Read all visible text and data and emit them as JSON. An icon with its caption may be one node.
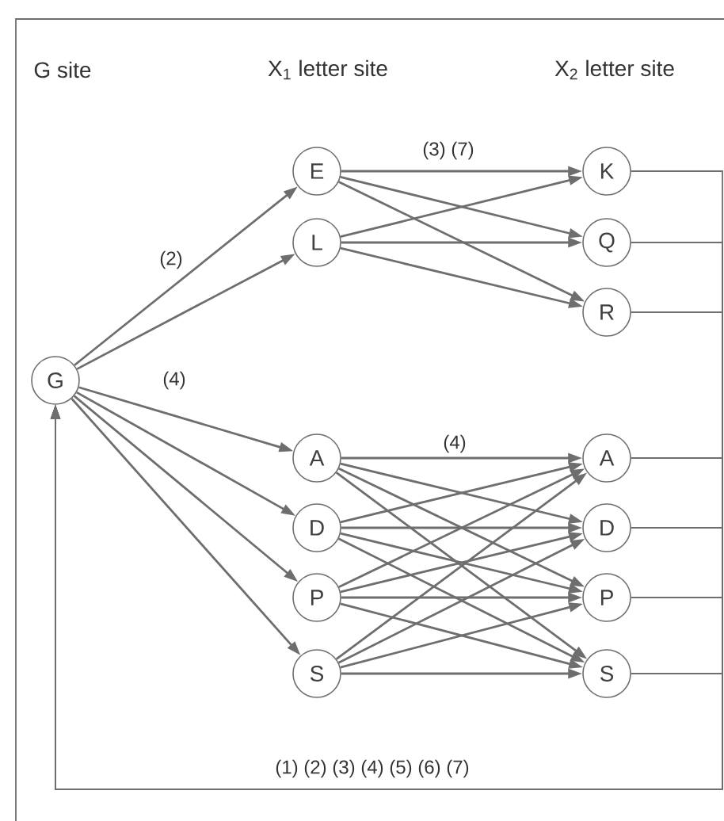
{
  "diagram": {
    "nodes": [
      {
        "text": [
          "G"
        ]
      },
      {
        "text": [
          "E"
        ]
      },
      {
        "text": [
          "L"
        ]
      },
      {
        "text": [
          "A"
        ]
      },
      {
        "text": [
          "D"
        ]
      },
      {
        "text": [
          "P"
        ]
      },
      {
        "text": [
          "S"
        ]
      },
      {
        "text": [
          "K"
        ]
      },
      {
        "text": [
          "Q"
        ]
      },
      {
        "text": [
          "R"
        ]
      },
      {
        "text": [
          "A"
        ]
      },
      {
        "text": [
          "D"
        ]
      },
      {
        "text": [
          "P"
        ]
      },
      {
        "text": [
          "S"
        ]
      }
    ],
    "edges": [
      {
        "from": 0,
        "to": 1,
        "arrow": "to",
        "label": "(2)"
      },
      {
        "from": 0,
        "to": 2,
        "arrow": "to"
      },
      {
        "from": 0,
        "to": 3,
        "arrow": "to",
        "label": "(4)"
      },
      {
        "from": 0,
        "to": 4,
        "arrow": "to"
      },
      {
        "from": 0,
        "to": 5,
        "arrow": "to"
      },
      {
        "from": 0,
        "to": 6,
        "arrow": "to"
      },
      {
        "from": 1,
        "to": 7,
        "arrow": "to",
        "label": "(3) (7)"
      },
      {
        "from": 1,
        "to": 8,
        "arrow": "to"
      },
      {
        "from": 1,
        "to": 9,
        "arrow": "to"
      },
      {
        "from": 2,
        "to": 7,
        "arrow": "to"
      },
      {
        "from": 2,
        "to": 8,
        "arrow": "to"
      },
      {
        "from": 2,
        "to": 9,
        "arrow": "to"
      },
      {
        "from": 3,
        "to": 10,
        "arrow": "to",
        "label": "(4)"
      },
      {
        "from": 3,
        "to": 11,
        "arrow": "to"
      },
      {
        "from": 3,
        "to": 12,
        "arrow": "to"
      },
      {
        "from": 3,
        "to": 13,
        "arrow": "to"
      },
      {
        "from": 4,
        "to": 10,
        "arrow": "to"
      },
      {
        "from": 4,
        "to": 11,
        "arrow": "to"
      },
      {
        "from": 4,
        "to": 12,
        "arrow": "to"
      },
      {
        "from": 4,
        "to": 13,
        "arrow": "to"
      },
      {
        "from": 5,
        "to": 10,
        "arrow": "to"
      },
      {
        "from": 5,
        "to": 11,
        "arrow": "to"
      },
      {
        "from": 5,
        "to": 12,
        "arrow": "to"
      },
      {
        "from": 5,
        "to": 13,
        "arrow": "to"
      },
      {
        "from": 6,
        "to": 10,
        "arrow": "to"
      },
      {
        "from": 6,
        "to": 11,
        "arrow": "to"
      },
      {
        "from": 6,
        "to": 12,
        "arrow": "to"
      },
      {
        "from": 6,
        "to": 13,
        "arrow": "to"
      },
      {
        "from": 7,
        "to": 0,
        "arrow": "to",
        "label": "(1) (2) (3) (4) (5) (6) (7)"
      },
      {
        "from": 8,
        "to": 0,
        "arrow": "to"
      },
      {
        "from": 9,
        "to": 0,
        "arrow": "to"
      },
      {
        "from": 10,
        "to": 0,
        "arrow": "to"
      },
      {
        "from": 11,
        "to": 0,
        "arrow": "to"
      },
      {
        "from": 12,
        "to": 0,
        "arrow": "to"
      },
      {
        "from": 13,
        "to": 0,
        "arrow": "to"
      }
    ],
    "labels": [
      "G site",
      "X$_{1}$ letter site",
      "X$_{2}$ letter site"
    ]
  }
}
